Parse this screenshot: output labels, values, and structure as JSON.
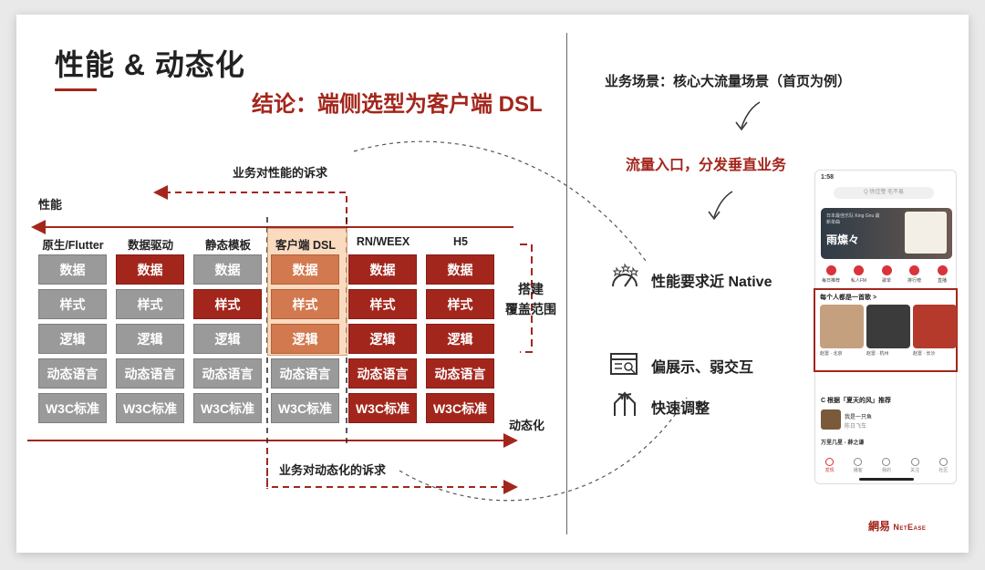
{
  "title": "性能 & 动态化",
  "conclusion": "结论：端侧选型为客户端 DSL",
  "left": {
    "performance_demand": "业务对性能的诉求",
    "perf_axis_label": "性能",
    "dynamic_axis_label": "动态化",
    "dynamic_demand": "业务对动态化的诉求",
    "coverage_label": "搭建\n覆盖范围",
    "columns": [
      "原生/Flutter",
      "数据驱动",
      "静态模板",
      "客户端 DSL",
      "RN/WEEX",
      "H5"
    ],
    "rows": [
      "数据",
      "样式",
      "逻辑",
      "动态语言",
      "W3C标准"
    ],
    "cell_colors": [
      [
        "gray",
        "gray",
        "gray",
        "gray",
        "gray"
      ],
      [
        "red",
        "gray",
        "gray",
        "gray",
        "gray"
      ],
      [
        "gray",
        "red",
        "gray",
        "gray",
        "gray"
      ],
      [
        "orange",
        "orange",
        "orange",
        "gray",
        "gray"
      ],
      [
        "red",
        "red",
        "red",
        "red",
        "red"
      ],
      [
        "red",
        "red",
        "red",
        "red",
        "red"
      ]
    ],
    "colors": {
      "gray": "#9a9a9a",
      "red": "#a3261c",
      "orange": "#d27950"
    }
  },
  "right": {
    "scene": "业务场景：核心大流量场景（首页为例）",
    "traffic": "流量入口，分发垂直业务",
    "features": [
      {
        "icon": "speedometer-icon",
        "text": "性能要求近 Native"
      },
      {
        "icon": "display-icon",
        "text": "偏展示、弱交互"
      },
      {
        "icon": "arrows-icon",
        "text": "快速调整"
      }
    ]
  },
  "phone": {
    "time": "1:58",
    "search_placeholder": "Q 徐佳瑩 毛不易",
    "banner_small": "日本最佳乐队 King Gnu 最新单曲",
    "banner_title": "雨燦々",
    "nav": [
      "每日推荐",
      "私人FM",
      "歌单",
      "排行榜",
      "直播"
    ],
    "rec_title": "每个人都是一首歌 >",
    "cards": [
      {
        "caption": "赵雷 · 北京",
        "color": "#c4a07e"
      },
      {
        "caption": "赵雷 · 杭州",
        "color": "#3b3b3b"
      },
      {
        "caption": "赵雷 · 长沙",
        "color": "#b53a2c"
      }
    ],
    "sub_title": "C 根据「夏天的风」推荐",
    "song": "我是一只鱼",
    "song_sub": "陈日飞车",
    "player": "万里几星 - 薛之谦",
    "tabs": [
      "发现",
      "播客",
      "我的",
      "关注",
      "社区"
    ]
  },
  "logo": {
    "cn": "網易",
    "en": "NetEase"
  }
}
